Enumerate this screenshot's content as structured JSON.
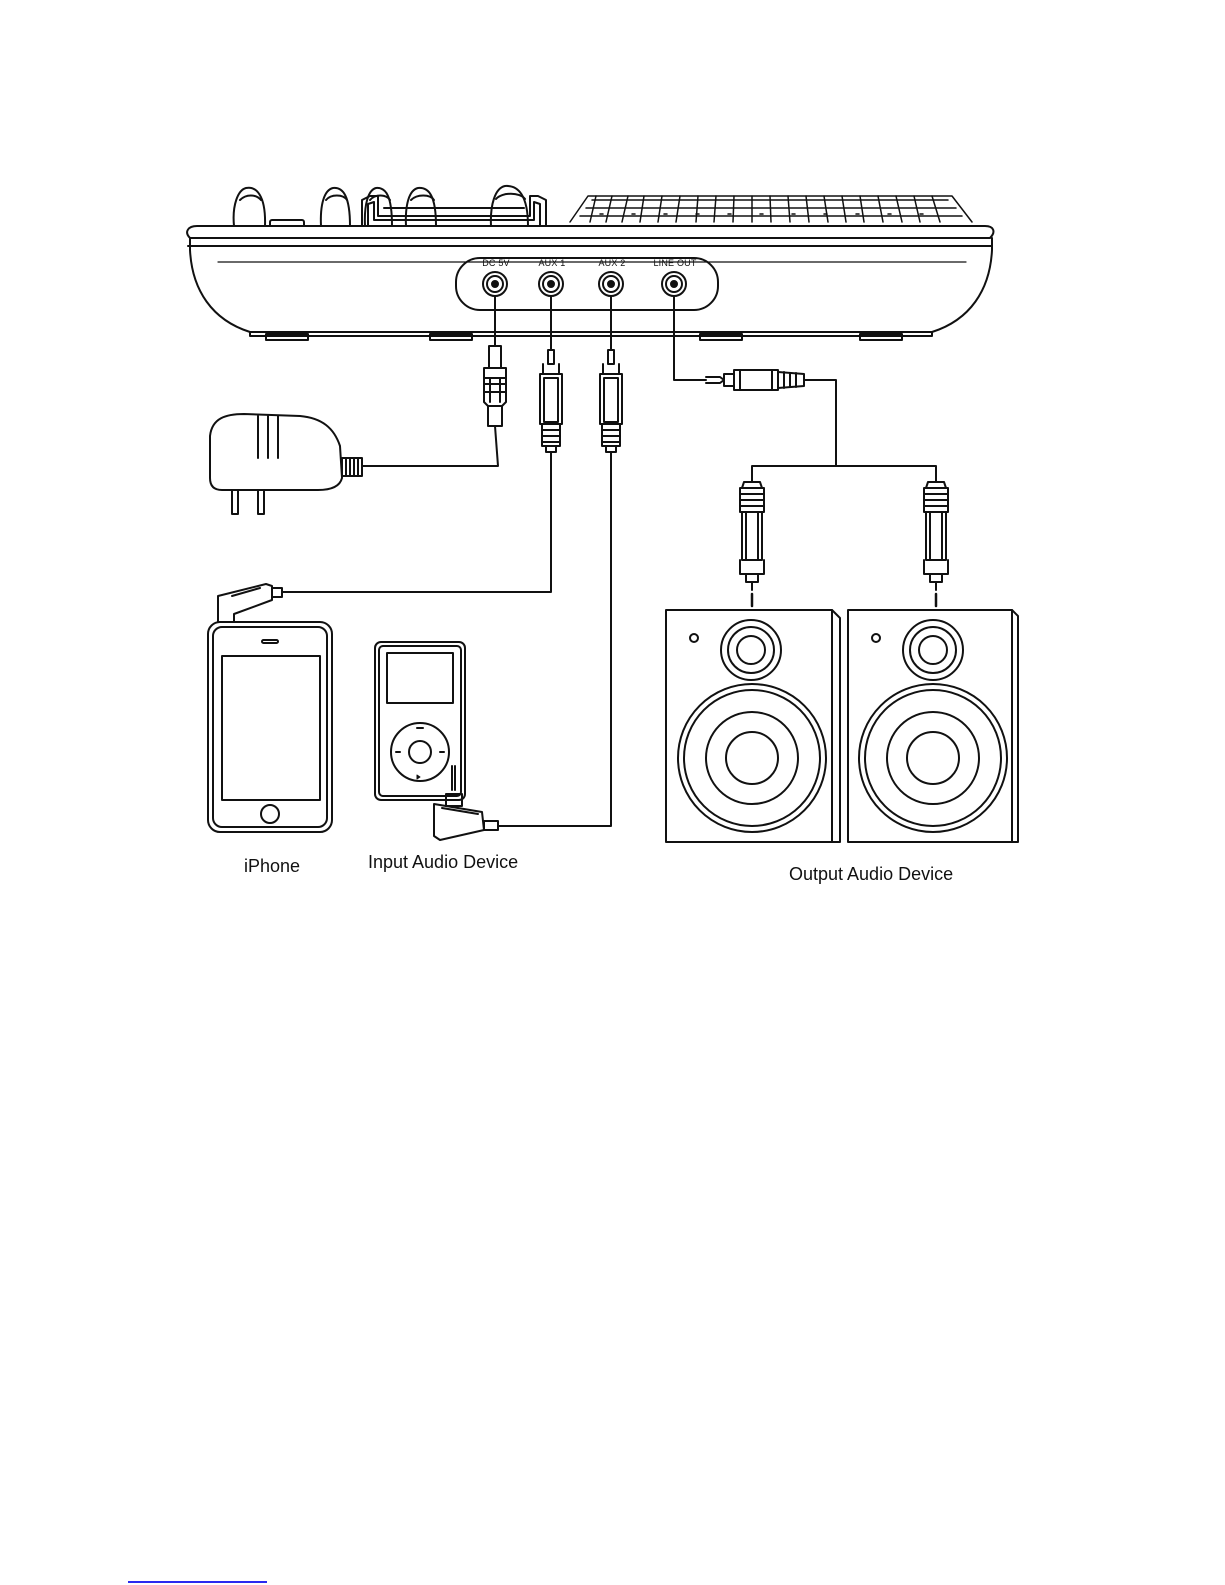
{
  "ports": {
    "dc": "DC 5V",
    "aux1": "AUX 1",
    "aux2": "AUX 2",
    "lineout": "LINE OUT"
  },
  "labels": {
    "iphone": "iPhone",
    "input_device": "Input Audio Device",
    "output_device": "Output Audio Device"
  },
  "colors": {
    "line": "#111111",
    "footnote_rule": "#2a2af0"
  }
}
